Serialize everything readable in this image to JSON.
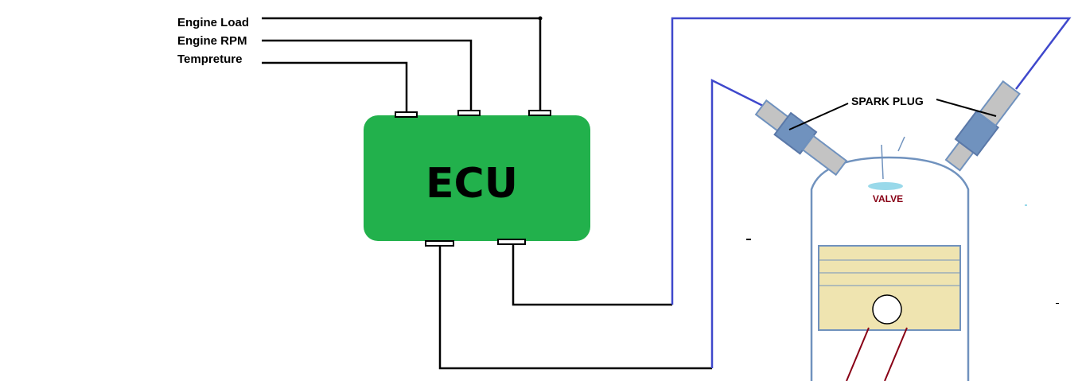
{
  "inputs": {
    "engine_load": "Engine Load",
    "engine_rpm": "Engine RPM",
    "temperature": "Tempreture"
  },
  "ecu": {
    "label": "ECU",
    "color": "#22b14c"
  },
  "engine": {
    "spark_plug_label": "SPARK PLUG",
    "valve_label": "VALVE",
    "valve_label_color": "#880015",
    "piston_color": "#efe4b0",
    "wire_to_plug_color": "#3f48cc",
    "plug_body_color": "#c3c3c3",
    "plug_nut_color": "#7092be",
    "cylinder_outline_color": "#7092be",
    "connecting_rod_color": "#880015"
  }
}
